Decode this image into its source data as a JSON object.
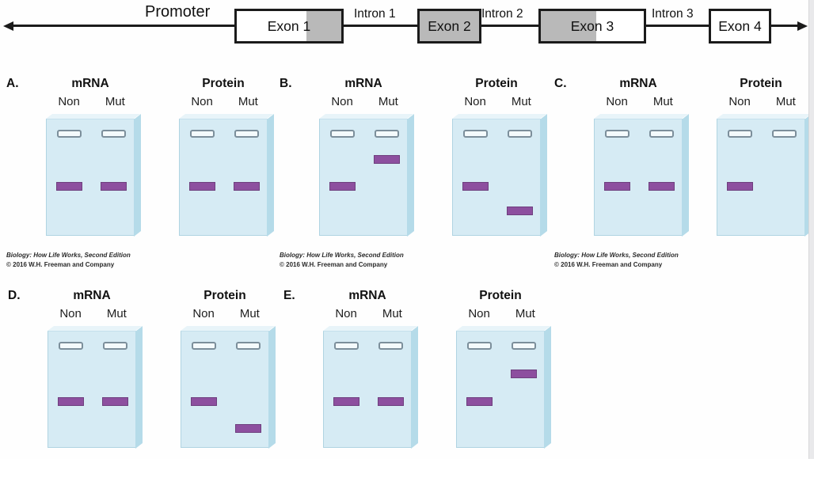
{
  "gene_map": {
    "promoter_label": "Promoter",
    "exons": [
      {
        "label": "Exon 1",
        "fill": "white-gray"
      },
      {
        "label": "Exon 2",
        "fill": "gray"
      },
      {
        "label": "Exon 3",
        "fill": "gray-white"
      },
      {
        "label": "Exon 4",
        "fill": "white"
      }
    ],
    "introns": [
      {
        "label": "Intron 1"
      },
      {
        "label": "Intron 2"
      },
      {
        "label": "Intron 3"
      }
    ]
  },
  "panels": [
    {
      "letter": "A.",
      "credit": true,
      "gels": [
        {
          "title": "mRNA",
          "lanes": [
            {
              "label": "Non",
              "bands": [
                54
              ]
            },
            {
              "label": "Mut",
              "bands": [
                54
              ]
            }
          ]
        },
        {
          "title": "Protein",
          "lanes": [
            {
              "label": "Non",
              "bands": [
                54
              ]
            },
            {
              "label": "Mut",
              "bands": [
                54
              ]
            }
          ]
        }
      ]
    },
    {
      "letter": "B.",
      "credit": true,
      "gels": [
        {
          "title": "mRNA",
          "lanes": [
            {
              "label": "Non",
              "bands": [
                54
              ]
            },
            {
              "label": "Mut",
              "bands": [
                31
              ]
            }
          ]
        },
        {
          "title": "Protein",
          "lanes": [
            {
              "label": "Non",
              "bands": [
                54
              ]
            },
            {
              "label": "Mut",
              "bands": [
                75
              ]
            }
          ]
        }
      ]
    },
    {
      "letter": "C.",
      "credit": true,
      "gels": [
        {
          "title": "mRNA",
          "lanes": [
            {
              "label": "Non",
              "bands": [
                54
              ]
            },
            {
              "label": "Mut",
              "bands": [
                54
              ]
            }
          ]
        },
        {
          "title": "Protein",
          "lanes": [
            {
              "label": "Non",
              "bands": [
                54
              ]
            },
            {
              "label": "Mut",
              "bands": []
            }
          ]
        }
      ]
    },
    {
      "letter": "D.",
      "credit": false,
      "gels": [
        {
          "title": "mRNA",
          "lanes": [
            {
              "label": "Non",
              "bands": [
                57
              ]
            },
            {
              "label": "Mut",
              "bands": [
                57
              ]
            }
          ]
        },
        {
          "title": "Protein",
          "lanes": [
            {
              "label": "Non",
              "bands": [
                57
              ]
            },
            {
              "label": "Mut",
              "bands": [
                80
              ]
            }
          ]
        }
      ]
    },
    {
      "letter": "E.",
      "credit": false,
      "gels": [
        {
          "title": "mRNA",
          "lanes": [
            {
              "label": "Non",
              "bands": [
                57
              ]
            },
            {
              "label": "Mut",
              "bands": [
                57
              ]
            }
          ]
        },
        {
          "title": "Protein",
          "lanes": [
            {
              "label": "Non",
              "bands": [
                57
              ]
            },
            {
              "label": "Mut",
              "bands": [
                33
              ]
            }
          ]
        }
      ]
    }
  ],
  "credit": {
    "line1": "Biology: How Life Works, Second Edition",
    "line2": "© 2016 W.H. Freeman and Company"
  },
  "colors": {
    "band_purple": "#8d4f9f",
    "gel_face_blue": "#d6ebf4",
    "gel_side_blue": "#b5dbe9",
    "gel_top_blue": "#e8f4f9",
    "exon_gray": "#b9b9b9"
  }
}
